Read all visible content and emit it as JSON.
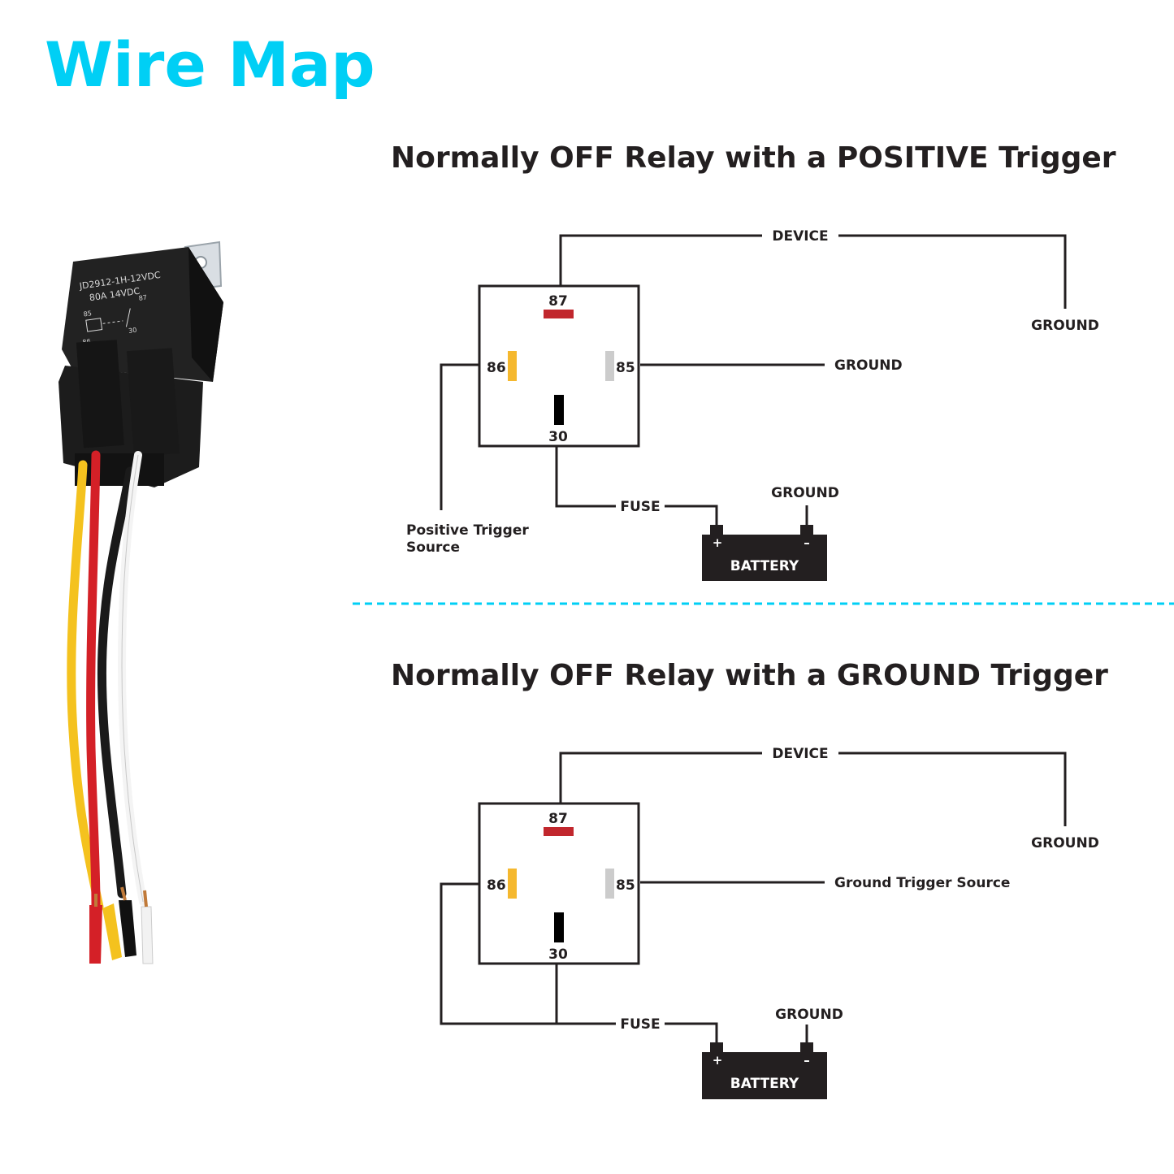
{
  "title": "Wire Map",
  "colors": {
    "accent": "#00CFF5",
    "line": "#231F20",
    "pin87": "#C1272D",
    "pin86": "#F5B82E",
    "pin85": "#CCCCCC",
    "pin30": "#000000",
    "wire_red": "#D42027",
    "wire_yellow": "#F4C21E",
    "wire_black": "#1A1A1A",
    "wire_white": "#F4F4F4"
  },
  "relay_photo": {
    "model_line1": "JD2912-1H-12VDC",
    "model_line2": "80A  14VDC",
    "pin_85": "85",
    "pin_86": "86",
    "pin_87": "87",
    "pin_30": "30"
  },
  "diagram_positive": {
    "heading": "Normally OFF Relay with a POSITIVE Trigger",
    "pins": {
      "p87": "87",
      "p86": "86",
      "p85": "85",
      "p30": "30"
    },
    "device": "DEVICE",
    "device_ground": "GROUND",
    "pin85_target": "GROUND",
    "trigger_line1": "Positive Trigger",
    "trigger_line2": "Source",
    "fuse": "FUSE",
    "battery": "BATTERY",
    "battery_ground": "GROUND",
    "plus": "+",
    "minus": "–"
  },
  "diagram_ground": {
    "heading": "Normally OFF Relay with a GROUND Trigger",
    "pins": {
      "p87": "87",
      "p86": "86",
      "p85": "85",
      "p30": "30"
    },
    "device": "DEVICE",
    "device_ground": "GROUND",
    "pin85_target": "Ground Trigger Source",
    "fuse": "FUSE",
    "battery": "BATTERY",
    "battery_ground": "GROUND",
    "plus": "+",
    "minus": "–"
  }
}
